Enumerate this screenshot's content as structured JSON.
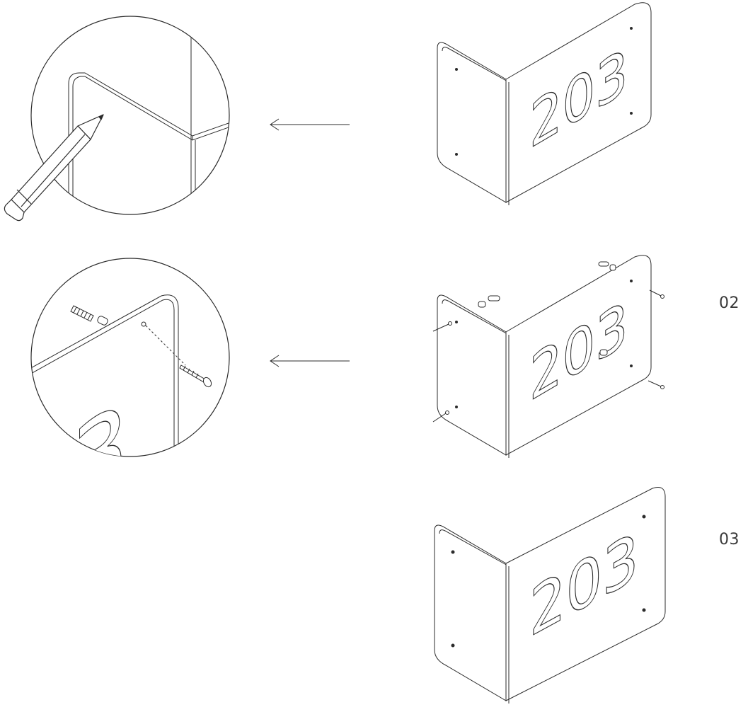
{
  "steps": [
    {
      "number": "",
      "house_number": "203"
    },
    {
      "number": "02",
      "house_number": "203"
    },
    {
      "number": "03",
      "house_number": "203"
    }
  ],
  "detail_2_digit": "3",
  "colors": {
    "line": "#2b2b2b",
    "background": "#ffffff",
    "text": "#3a3a3a"
  },
  "icons": [
    "pencil-icon",
    "arrow-left-icon",
    "wall-plug-icon",
    "screw-icon",
    "house-number-sign-icon"
  ]
}
